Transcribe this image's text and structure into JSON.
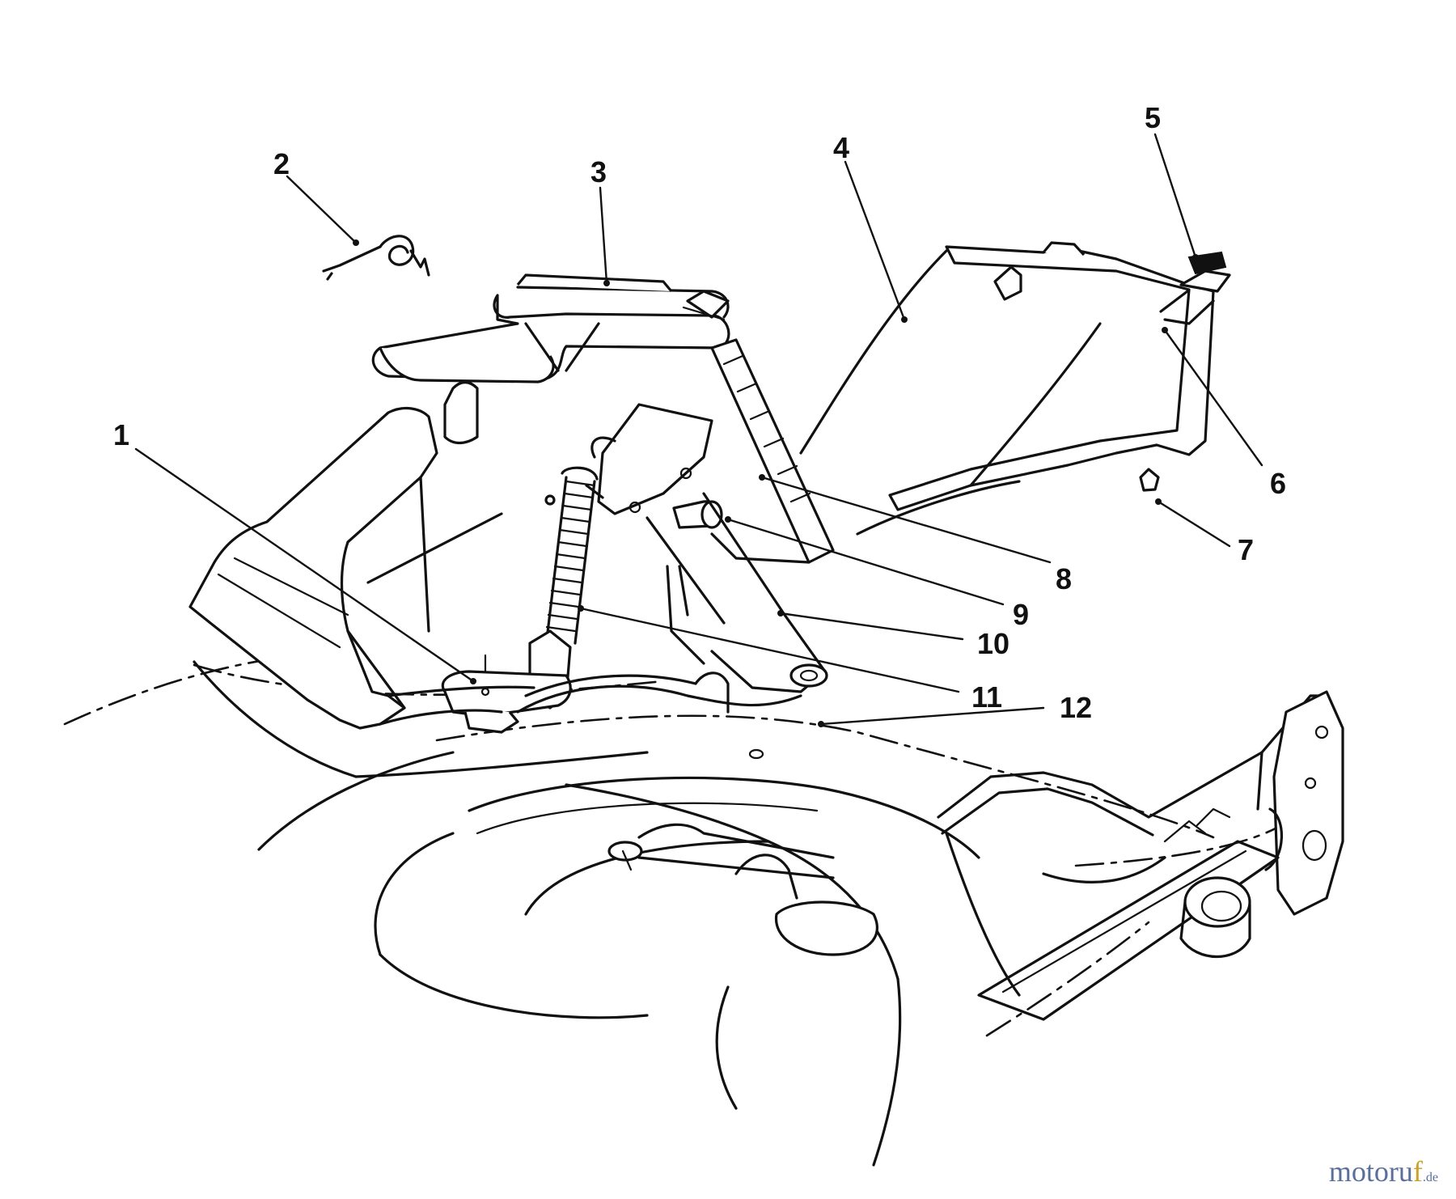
{
  "callouts": [
    "1",
    "2",
    "3",
    "4",
    "5",
    "6",
    "7",
    "8",
    "9",
    "10",
    "11",
    "12"
  ],
  "watermark": {
    "main": "motoru",
    "accent": "f",
    "tld": ".de"
  },
  "colors": {
    "line": "#111111",
    "background": "#ffffff",
    "watermark_main": "#5a6f9c",
    "watermark_accent": "#c9a227"
  }
}
